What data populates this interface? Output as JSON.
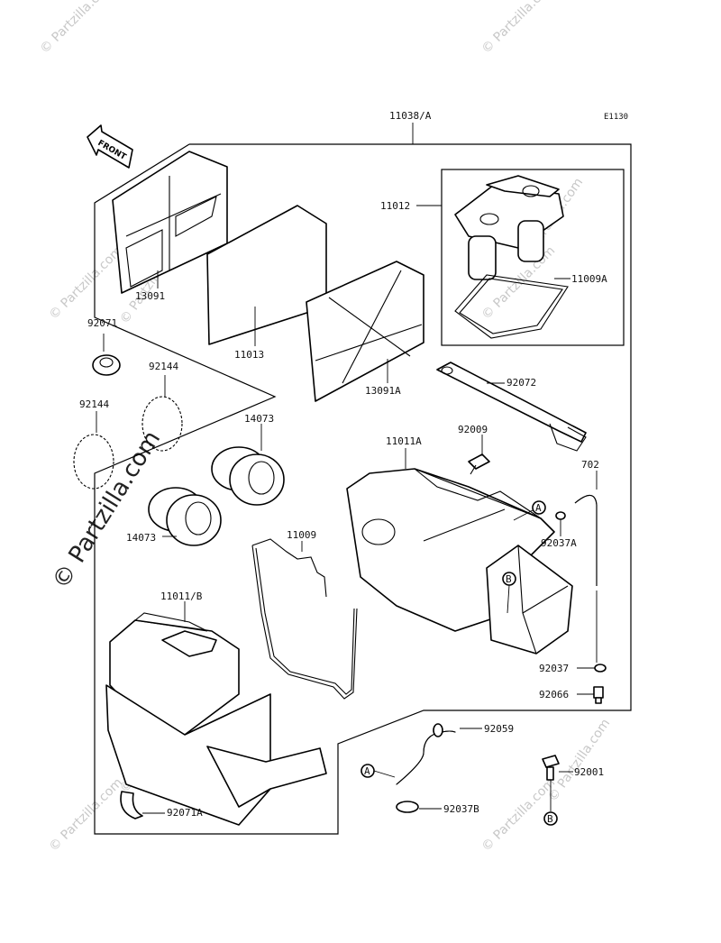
{
  "diagram_code": "E1130",
  "front_arrow_label": "FRONT",
  "watermarks": {
    "main": "© Partzilla.com",
    "small": "© Partzilla.com"
  },
  "labels": {
    "p11038A": "11038/A",
    "p11012": "11012",
    "p11009A": "11009A",
    "p13091": "13091",
    "p11013": "11013",
    "p13091A": "13091A",
    "p92071": "92071",
    "p92144a": "92144",
    "p92144b": "92144",
    "p92072": "92072",
    "p14073a": "14073",
    "p14073b": "14073",
    "p92009": "92009",
    "p11011A": "11011A",
    "p702": "702",
    "p92037A": "92037A",
    "p11009": "11009",
    "p11011B": "11011/B",
    "p92037": "92037",
    "p92066": "92066",
    "p92059": "92059",
    "p92001": "92001",
    "p92037B": "92037B",
    "p92071A": "92071A"
  },
  "callouts": {
    "a1": "A",
    "b1": "B",
    "a2": "A",
    "b2": "B"
  }
}
